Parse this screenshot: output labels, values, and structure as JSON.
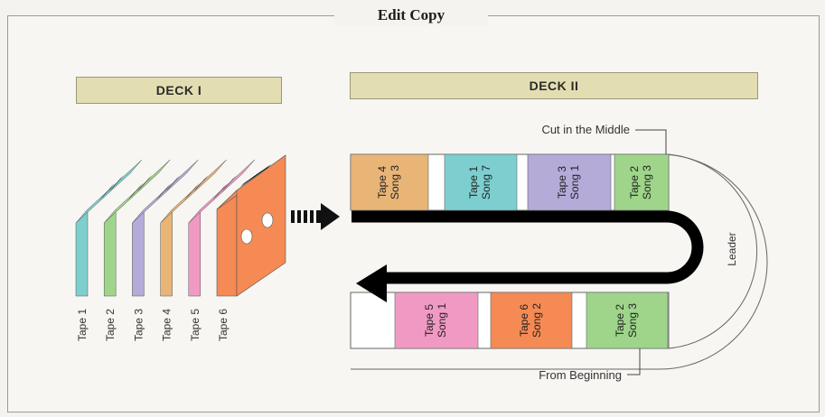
{
  "title": "Edit Copy",
  "deck1": {
    "label": "DECK I",
    "tapes": [
      {
        "name": "Tape 1",
        "color": "#7dcfcf"
      },
      {
        "name": "Tape 2",
        "color": "#9ed58a"
      },
      {
        "name": "Tape 3",
        "color": "#b4abd9"
      },
      {
        "name": "Tape 4",
        "color": "#e8b577"
      },
      {
        "name": "Tape 5",
        "color": "#f09ac3"
      },
      {
        "name": "Tape 6",
        "color": "#f58a55"
      }
    ]
  },
  "deck2": {
    "label": "DECK II",
    "top_segments": [
      {
        "tape": "Tape 4",
        "song": "Song 3",
        "color": "#e8b577"
      },
      {
        "tape": "Tape 1",
        "song": "Song 7",
        "color": "#7dcfcf"
      },
      {
        "tape": "Tape 3",
        "song": "Song 1",
        "color": "#b4abd9"
      },
      {
        "tape": "Tape 2",
        "song": "Song 3",
        "color": "#9ed58a"
      }
    ],
    "bottom_segments": [
      {
        "tape": "Tape 5",
        "song": "Song 1",
        "color": "#f09ac3"
      },
      {
        "tape": "Tape 6",
        "song": "Song 2",
        "color": "#f58a55"
      },
      {
        "tape": "Tape 2",
        "song": "Song 3",
        "color": "#9ed58a"
      }
    ],
    "leader_label": "Leader",
    "cut_label": "Cut in the Middle",
    "from_label": "From Beginning"
  }
}
